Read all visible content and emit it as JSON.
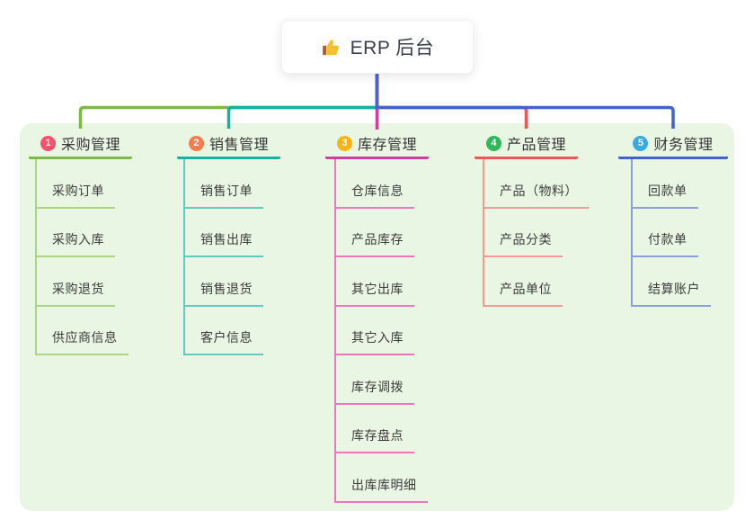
{
  "root": {
    "title": "ERP 后台",
    "icon": "thumbs-up-icon"
  },
  "panel": {
    "bg": "#e9f6e4"
  },
  "connectors": {
    "root_color": "#5262c9"
  },
  "branches": [
    {
      "num": "1",
      "title": "采购管理",
      "badge_color": "#f4516c",
      "line_color": "#7cba45",
      "child_line_color": "#abd483",
      "children": [
        "采购订单",
        "采购入库",
        "采购退货",
        "供应商信息"
      ]
    },
    {
      "num": "2",
      "title": "销售管理",
      "badge_color": "#f97b4d",
      "line_color": "#10b3a6",
      "child_line_color": "#62c9bf",
      "children": [
        "销售订单",
        "销售出库",
        "销售退货",
        "客户信息"
      ]
    },
    {
      "num": "3",
      "title": "库存管理",
      "badge_color": "#fbb410",
      "line_color": "#d13c9e",
      "child_line_color": "#ed77bb",
      "children": [
        "仓库信息",
        "产品库存",
        "其它出库",
        "其它入库",
        "库存调拨",
        "库存盘点",
        "出库库明细"
      ]
    },
    {
      "num": "4",
      "title": "产品管理",
      "badge_color": "#2eb85c",
      "line_color": "#f25553",
      "child_line_color": "#f49a92",
      "children": [
        "产品（物料）",
        "产品分类",
        "产品单位"
      ]
    },
    {
      "num": "5",
      "title": "财务管理",
      "badge_color": "#38a9e4",
      "line_color": "#3f64d2",
      "child_line_color": "#8ba0d9",
      "children": [
        "回款单",
        "付款单",
        "结算账户"
      ]
    }
  ]
}
